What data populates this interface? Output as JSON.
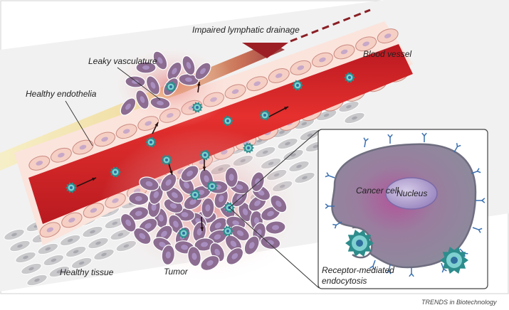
{
  "labels": {
    "impaired_lymphatic": "Impaired lymphatic drainage",
    "leaky_vasculature": "Leaky vasculature",
    "blood_vessel": "Blood vessel",
    "healthy_endothelia": "Healthy endothelia",
    "cancer_cell": "Cancer cell",
    "nucleus": "Nucleus",
    "receptor_mediated_1": "Receptor-mediated",
    "receptor_mediated_2": "endocytosis",
    "healthy_tissue": "Healthy tissue",
    "tumor": "Tumor"
  },
  "credit": "TRENDS in Biotechnology",
  "colors": {
    "vessel_red": "#d8242a",
    "endothelial_pink": "#f6cfc4",
    "tumor_purple": "#8c6c90",
    "healthy_tissue_gray": "#c9c9cc",
    "lymph_yellow": "#f3e6a6",
    "lymph_dark": "#8a1f24",
    "cancer_cell_gray": "#8f8d9f",
    "nucleus_lavender": "#b6a4d3",
    "nanoparticle_teal": "#2d8c8c"
  }
}
